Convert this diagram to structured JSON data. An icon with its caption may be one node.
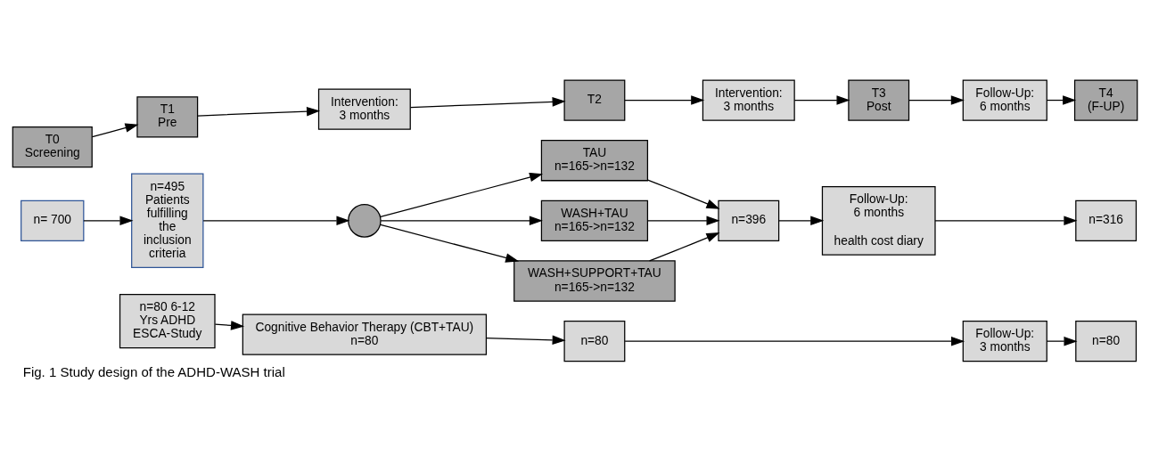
{
  "diagram": {
    "caption": "Fig. 1 Study design of the ADHD-WASH trial",
    "nodes": [
      {
        "text": [
          "T0",
          "Screening"
        ]
      },
      {
        "text": [
          "T1",
          "Pre"
        ]
      },
      {
        "text": [
          "Intervention: 3 months"
        ]
      },
      {
        "text": [
          "T2"
        ]
      },
      {
        "text": [
          "Intervention: 3 months"
        ]
      },
      {
        "text": [
          "T3",
          "Post"
        ]
      },
      {
        "text": [
          "Follow-Up: 6 months"
        ]
      },
      {
        "text": [
          "T4",
          "(F-UP)"
        ]
      },
      {
        "text": [
          "n= 700"
        ]
      },
      {
        "text": [
          "n=495 Patients fulfilling the inclusion criteria"
        ]
      },
      {
        "text": [],
        "shape": "circle"
      },
      {
        "text": [
          "TAU",
          "n=165->n=132"
        ]
      },
      {
        "text": [
          "WASH+TAU",
          "n=165->n=132"
        ]
      },
      {
        "text": [
          "WASH+SUPPORT+TAU",
          "n=165->n=132"
        ]
      },
      {
        "text": [
          "n=396"
        ]
      },
      {
        "text": [
          "Follow-Up: 6 months",
          "health cost diary"
        ]
      },
      {
        "text": [
          "n=316"
        ]
      },
      {
        "text": [
          "n=80 6-12 Yrs ADHD ESCA-Study"
        ]
      },
      {
        "text": [
          "Cognitive Behavior Therapy (CBT+TAU)",
          "n=80"
        ]
      },
      {
        "text": [
          "n=80"
        ]
      },
      {
        "text": [
          "Follow-Up: 3 months"
        ]
      },
      {
        "text": [
          "n=80"
        ]
      }
    ],
    "edges": [
      {
        "from": 0,
        "to": 1,
        "arrow": "to"
      },
      {
        "from": 1,
        "to": 2,
        "arrow": "to"
      },
      {
        "from": 2,
        "to": 3,
        "arrow": "to"
      },
      {
        "from": 3,
        "to": 4,
        "arrow": "to"
      },
      {
        "from": 4,
        "to": 5,
        "arrow": "to"
      },
      {
        "from": 5,
        "to": 6,
        "arrow": "to"
      },
      {
        "from": 6,
        "to": 7,
        "arrow": "to"
      },
      {
        "from": 8,
        "to": 9,
        "arrow": "to"
      },
      {
        "from": 9,
        "to": 10,
        "arrow": "to"
      },
      {
        "from": 10,
        "to": 11,
        "arrow": "to"
      },
      {
        "from": 10,
        "to": 12,
        "arrow": "to"
      },
      {
        "from": 10,
        "to": 13,
        "arrow": "to"
      },
      {
        "from": 11,
        "to": 14,
        "arrow": "to"
      },
      {
        "from": 12,
        "to": 14,
        "arrow": "to"
      },
      {
        "from": 13,
        "to": 14,
        "arrow": "to"
      },
      {
        "from": 14,
        "to": 15,
        "arrow": "to"
      },
      {
        "from": 15,
        "to": 16,
        "arrow": "to"
      },
      {
        "from": 17,
        "to": 18,
        "arrow": "to"
      },
      {
        "from": 18,
        "to": 19,
        "arrow": "to"
      },
      {
        "from": 19,
        "to": 20,
        "arrow": "to"
      },
      {
        "from": 20,
        "to": 21,
        "arrow": "to"
      }
    ]
  }
}
